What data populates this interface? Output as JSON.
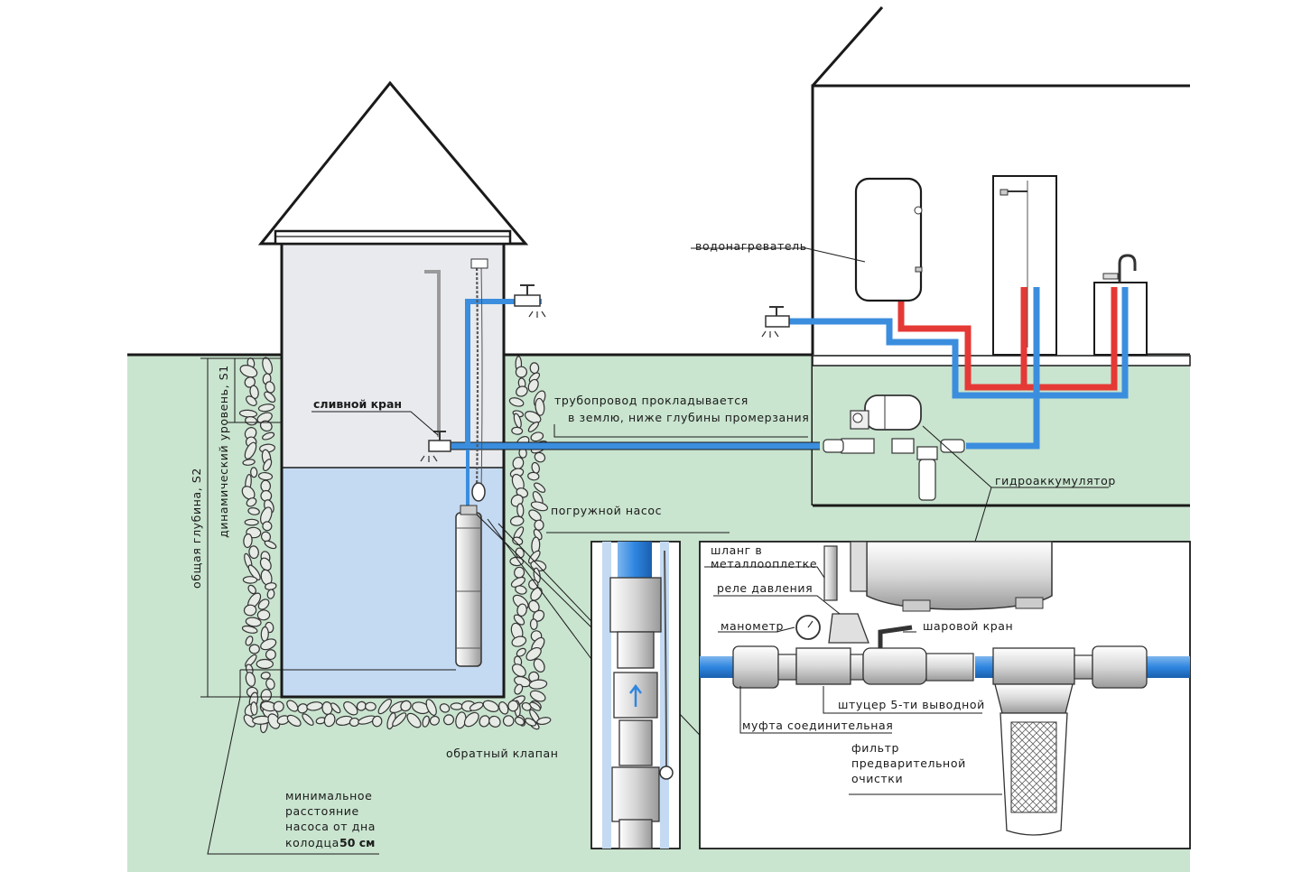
{
  "labels": {
    "water_heater": "водонагреватель",
    "pipeline_1": "трубопровод прокладывается",
    "pipeline_2": "в землю, ниже глубины промерзания",
    "drain_tap": "сливной кран",
    "submersible_pump": "погружной насос",
    "hydroaccumulator": "гидроаккумулятор",
    "total_depth": "общая глубина, S2",
    "dynamic_level": "динамический уровень, S1",
    "hose_1": "шланг в",
    "hose_2": "металлооплетке",
    "pressure_relay": "реле давления",
    "manometer": "манометр",
    "ball_valve": "шаровой кран",
    "fitting": "штуцер 5-ти выводной",
    "coupling": "муфта соединительная",
    "filter_1": "фильтр",
    "filter_2": "предварительной",
    "filter_3": "очистки",
    "check_valve": "обратный клапан",
    "min_dist_1": "минимальное",
    "min_dist_2": "расстояние",
    "min_dist_3": "насоса от дна",
    "min_dist_4": "колодца",
    "min_dist_5": "50 см"
  },
  "colors": {
    "ground": "#c9e4cf",
    "well_air": "#e8eaee",
    "well_water": "#c4daf2",
    "cold_pipe": "#3b8ede",
    "hot_pipe": "#e53935",
    "outline": "#1a1a1a"
  }
}
